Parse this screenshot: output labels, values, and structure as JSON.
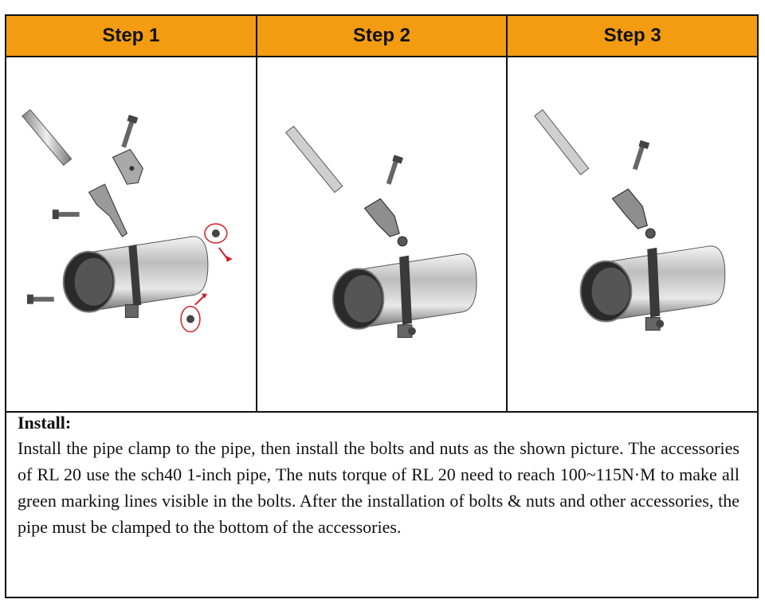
{
  "steps": [
    {
      "label": "Step 1"
    },
    {
      "label": "Step 2"
    },
    {
      "label": "Step 3"
    }
  ],
  "install": {
    "title": "Install:",
    "body": "Install the pipe clamp to the pipe, then install the bolts and nuts as the shown picture. The accessories of RL 20 use the sch40 1-inch pipe, The nuts torque of RL 20 need to reach 100~115N·M to make all green marking lines visible in the bolts. After the installation of bolts & nuts and other accessories, the pipe must be clamped to the bottom of the accessories."
  },
  "colors": {
    "header_bg": "#f39c12",
    "highlight_circle": "#d0202a"
  }
}
